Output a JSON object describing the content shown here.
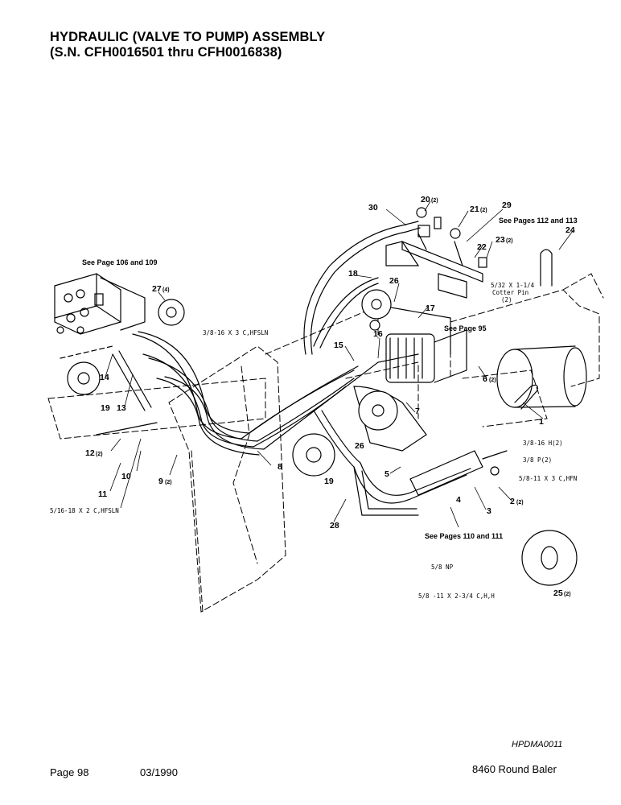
{
  "header": {
    "title_line1": "HYDRAULIC (VALVE TO PUMP) ASSEMBLY",
    "title_line2": "(S.N. CFH0016501 thru CFH0016838)"
  },
  "notes": {
    "see_106_109": "See Page 106 and 109",
    "see_112_113": "See Pages 112 and 113",
    "see_95": "See Page 95",
    "see_110_111": "See Pages 110 and 111",
    "bolt_38_16x3": "3/8-16 X 3 C,HFSLN",
    "cotter_1": "5/32 X 1-1/4",
    "cotter_2": "Cotter Pin",
    "cotter_3": "(2)",
    "nut_38_16": "3/8-16 H(2)",
    "washer_38": "3/8 P(2)",
    "bolt_58_11x3": "5/8-11 X 3 C,HFN",
    "bolt_516_18x2": "5/16-18 X 2 C,HFSLN",
    "nut_58": "5/8 NP",
    "bolt_58_11x234": "5/8 -11 X 2-3/4 C,H,H"
  },
  "callouts": {
    "c1": "1",
    "c2": "2",
    "c2q": "(2)",
    "c3": "3",
    "c4": "4",
    "c5": "5",
    "c6": "6",
    "c6q": "(2)",
    "c7": "7",
    "c8": "8",
    "c9": "9",
    "c9q": "(2)",
    "c10": "10",
    "c11": "11",
    "c12": "12",
    "c12q": "(2)",
    "c13": "13",
    "c14": "14",
    "c15": "15",
    "c16": "16",
    "c17": "17",
    "c18": "18",
    "c19a": "19",
    "c19b": "19",
    "c20": "20",
    "c20q": "(2)",
    "c21": "21",
    "c21q": "(2)",
    "c22": "22",
    "c23": "23",
    "c23q": "(2)",
    "c24": "24",
    "c25": "25",
    "c25q": "(2)",
    "c26a": "26",
    "c26b": "26",
    "c27": "27",
    "c27q": "(4)",
    "c28": "28",
    "c29": "29",
    "c30": "30"
  },
  "footer": {
    "drawing_code": "HPDMA0011",
    "page": "Page 98",
    "date": "03/1990",
    "model": "8460 Round Baler"
  }
}
